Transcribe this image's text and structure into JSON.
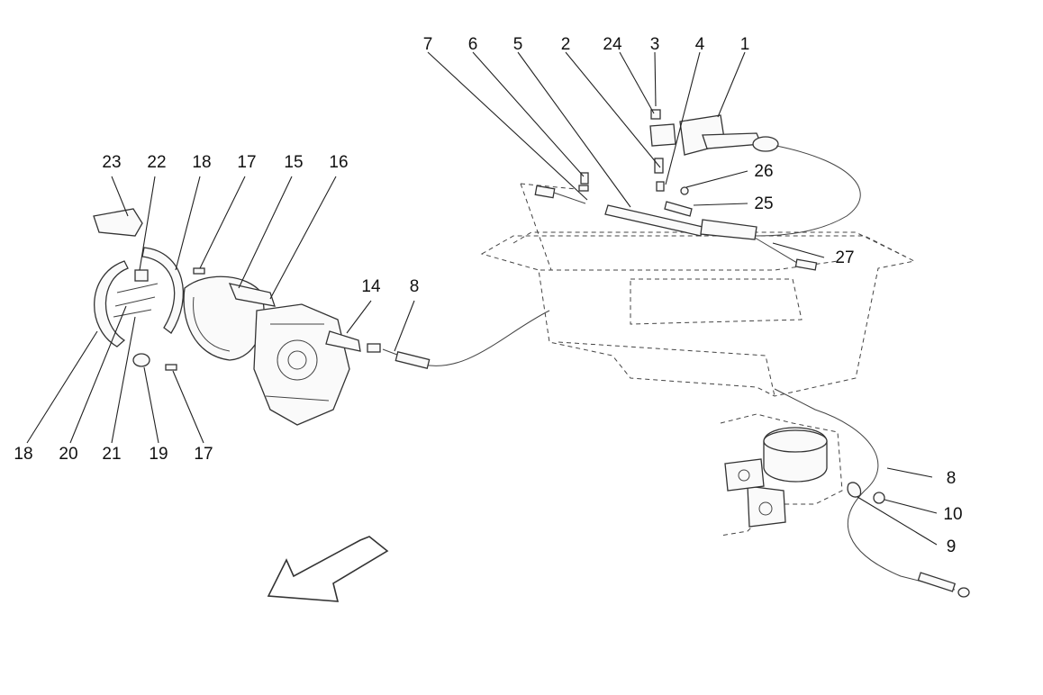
{
  "diagram": {
    "callouts": [
      "7",
      "6",
      "5",
      "2",
      "24",
      "3",
      "4",
      "1",
      "26",
      "25",
      "27",
      "14",
      "8",
      "23",
      "22",
      "18",
      "17",
      "15",
      "16",
      "18",
      "20",
      "21",
      "19",
      "17",
      "8",
      "10",
      "9"
    ]
  }
}
